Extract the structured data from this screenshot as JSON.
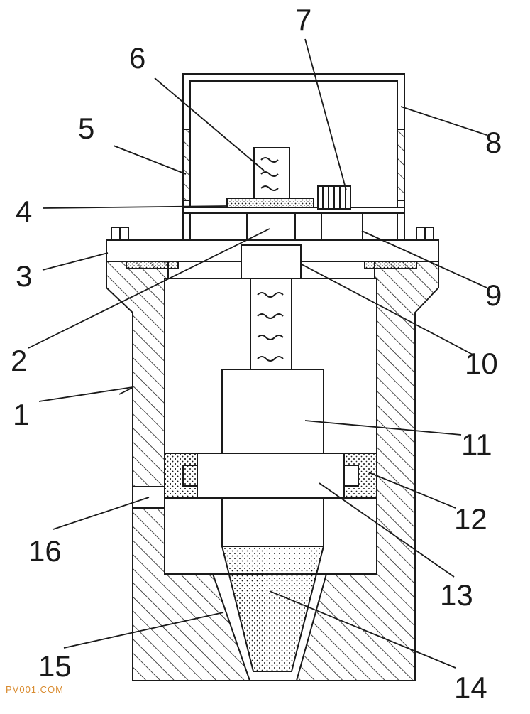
{
  "diagram": {
    "labels": [
      "1",
      "2",
      "3",
      "4",
      "5",
      "6",
      "7",
      "8",
      "9",
      "10",
      "11",
      "12",
      "13",
      "14",
      "15",
      "16"
    ],
    "watermark": "PV001.COM",
    "colors": {
      "line": "#1a1a1a",
      "watermark": "#d98b2f",
      "background": "#ffffff"
    }
  }
}
